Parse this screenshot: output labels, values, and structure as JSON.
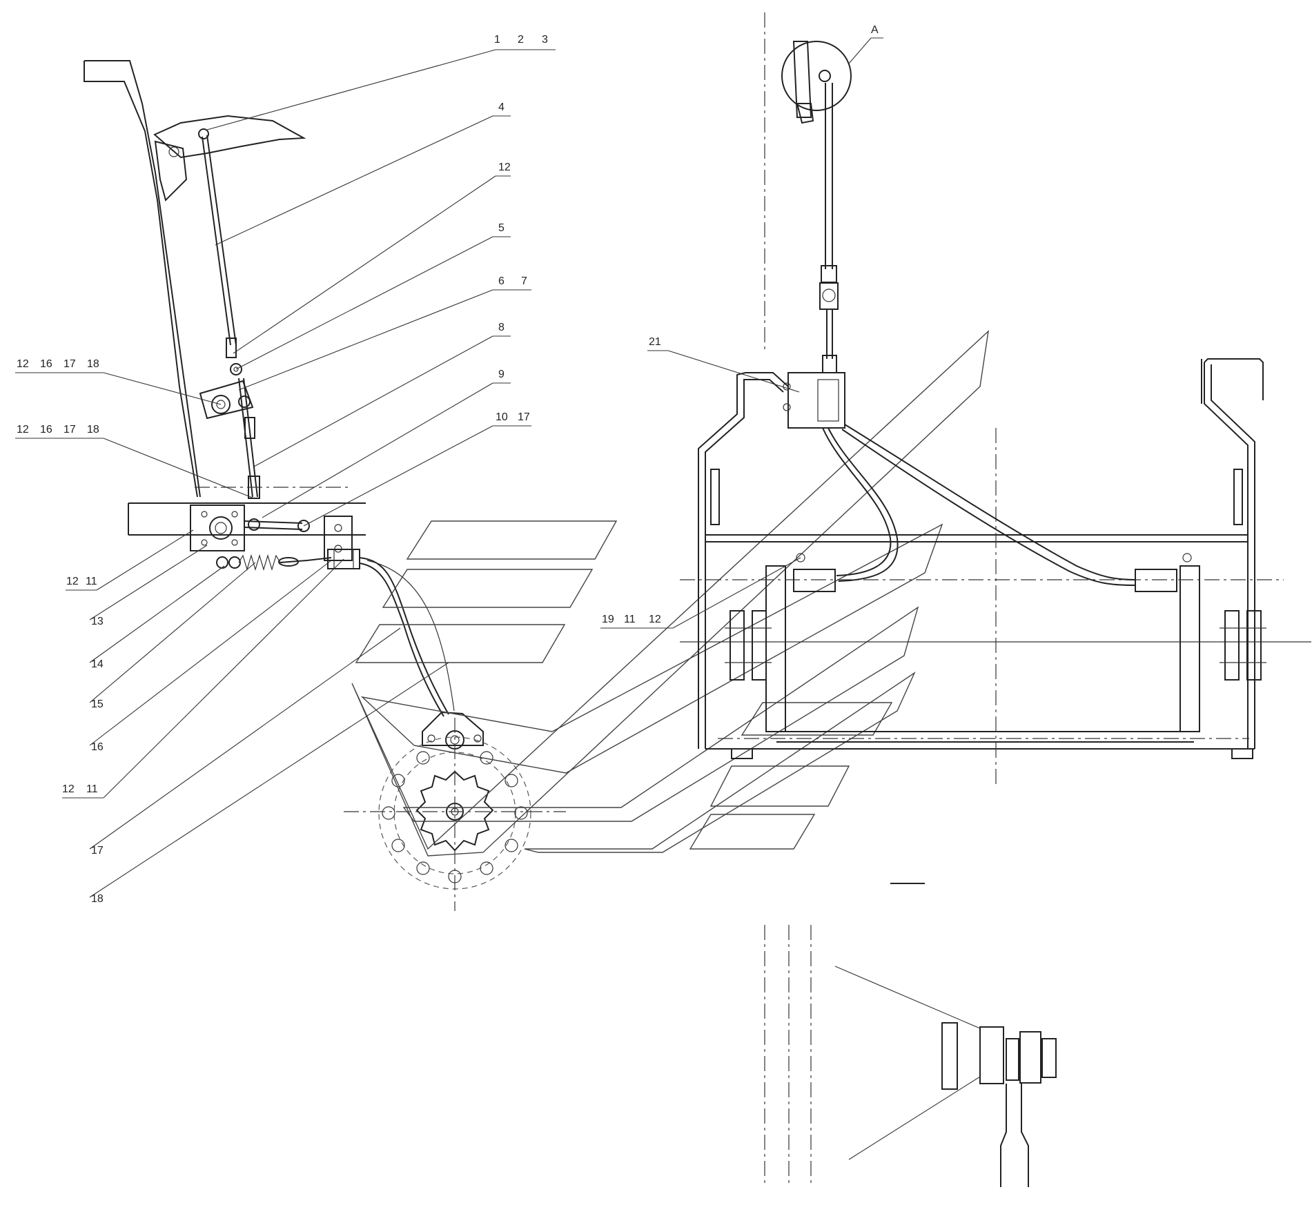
{
  "labels": {
    "top_row": [
      "1",
      "2",
      "3"
    ],
    "part_4": "4",
    "ref_12_top": "12",
    "part_5": "5",
    "parts_6_7": [
      "6",
      "7"
    ],
    "part_8": "8",
    "part_9": "9",
    "parts_10_17": [
      "10",
      "17"
    ],
    "group_upper": [
      "12",
      "16",
      "17",
      "18"
    ],
    "group_lower": [
      "12",
      "16",
      "17",
      "18"
    ],
    "parts_12_11": [
      "12",
      "11"
    ],
    "part_13": "13",
    "part_14": "14",
    "part_15": "15",
    "part_16": "16",
    "refs_12_11": [
      "12",
      "11"
    ],
    "part_17": "17",
    "part_18": "18",
    "parts_19_group": [
      "19",
      "11",
      "12"
    ],
    "part_21": "21",
    "detail_a": "A"
  }
}
